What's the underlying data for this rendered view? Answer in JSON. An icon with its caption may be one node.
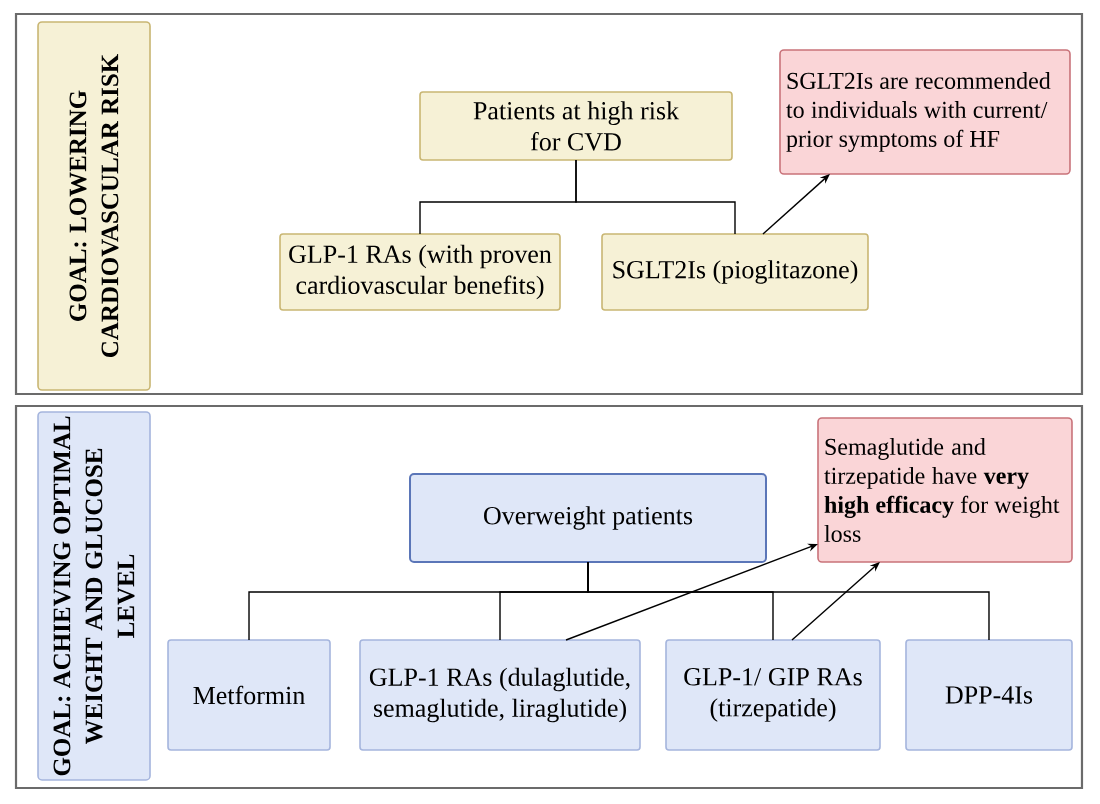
{
  "diagram": {
    "nodes": [
      {
        "text": [],
        "shape": "box"
      },
      {
        "text": [
          "GOAL: LOWERING CARDIOVASCULAR RISK"
        ],
        "in": 0
      },
      {
        "text": [
          "Patients at high risk for CVD"
        ],
        "in": 0
      },
      {
        "text": [
          "SGLT2Is are recommended to individuals with current/ prior symptoms of HF"
        ],
        "in": 0
      },
      {
        "text": [
          "GLP-1 RAs (with proven cardiovascular benefits)"
        ],
        "in": 0
      },
      {
        "text": [
          "SGLT2Is (pioglitazone)"
        ],
        "in": 0
      },
      {
        "text": [],
        "shape": "box"
      },
      {
        "text": [
          "GOAL: ACHIEVING OPTIMAL WEIGHT AND GLUCOSE LEVEL"
        ],
        "in": 6
      },
      {
        "text": [
          "Overweight patients"
        ],
        "in": 6
      },
      {
        "text": [
          "Semaglutide and tirzepatide have **very high efficacy** for weight loss"
        ],
        "in": 6
      },
      {
        "text": [
          "Metformin"
        ],
        "in": 6
      },
      {
        "text": [
          "GLP-1 RAs (dulaglutide, semaglutide, liraglutide)"
        ],
        "in": 6
      },
      {
        "text": [
          "GLP-1/ GIP RAs (tirzepatide)"
        ],
        "in": 6
      },
      {
        "text": [
          "DPP-4Is"
        ],
        "in": 6
      }
    ],
    "edges": [
      {
        "from": 2,
        "to": 4,
        "arrow": "none"
      },
      {
        "from": 2,
        "to": 5,
        "arrow": "none"
      },
      {
        "from": 5,
        "to": 3,
        "arrow": "to"
      },
      {
        "from": 8,
        "to": 10,
        "arrow": "none"
      },
      {
        "from": 8,
        "to": 11,
        "arrow": "none"
      },
      {
        "from": 8,
        "to": 12,
        "arrow": "none"
      },
      {
        "from": 8,
        "to": 13,
        "arrow": "none"
      },
      {
        "from": 11,
        "to": 9,
        "arrow": "to"
      },
      {
        "from": 12,
        "to": 9,
        "arrow": "to"
      }
    ]
  }
}
